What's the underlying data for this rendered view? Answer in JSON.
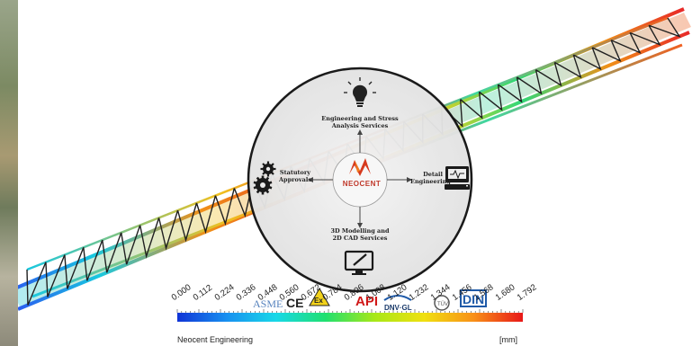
{
  "hub": {
    "top_service": "Engineering and Stress Analysis Services",
    "left_service": "Statutory Approvals",
    "right_service": "Detail Engineering",
    "bottom_service": "3D Modelling and 2D CAD Services",
    "brand_name": "NEOCENT",
    "icons": [
      "lightbulb-icon",
      "gears-icon",
      "computer-workstation-icon",
      "monitor-pen-icon"
    ]
  },
  "legend": {
    "ticks": [
      "0.000",
      "0.112",
      "0.224",
      "0.336",
      "0.448",
      "0.560",
      "0.672",
      "0.784",
      "0.896",
      "1.008",
      "1.120",
      "1.232",
      "1.344",
      "1.456",
      "1.568",
      "1.680",
      "1.792"
    ],
    "unit": "[mm]",
    "gradient": [
      "#1034d6",
      "#1890f0",
      "#18d8e8",
      "#20e070",
      "#a8e818",
      "#f0e010",
      "#f89018",
      "#e81818"
    ]
  },
  "footer": {
    "company": "Neocent Engineering"
  },
  "certifications": [
    "ASME",
    "CE",
    "Ex",
    "API",
    "DNV·GL",
    "TUV",
    "DIN"
  ]
}
